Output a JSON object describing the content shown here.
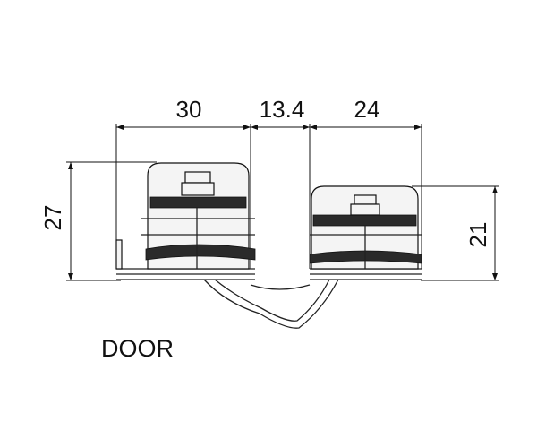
{
  "dimensions": {
    "width_left": "30",
    "width_gap": "13.4",
    "width_right": "24",
    "height_left": "27",
    "height_right": "21"
  },
  "labels": {
    "door": "DOOR"
  }
}
